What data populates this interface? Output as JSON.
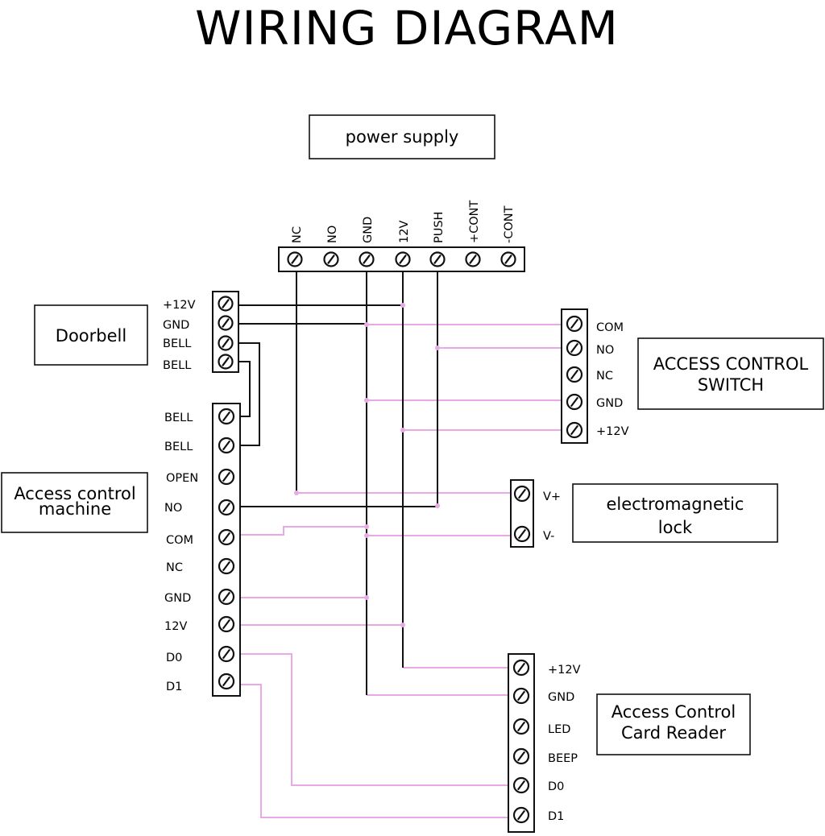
{
  "title": "WIRING DIAGRAM",
  "power_supply": {
    "label": "power supply",
    "pins": [
      "NC",
      "NO",
      "GND",
      "12V",
      "PUSH",
      "+CONT",
      "-CONT"
    ]
  },
  "doorbell": {
    "label": "Doorbell",
    "pins": [
      "+12V",
      "GND",
      "BELL",
      "BELL"
    ]
  },
  "access_control_switch": {
    "label_line1": "ACCESS CONTROL",
    "label_line2": "SWITCH",
    "pins": [
      "COM",
      "NO",
      "NC",
      "GND",
      "+12V"
    ]
  },
  "access_control_machine": {
    "label_line1": "Access control",
    "label_line2": "machine",
    "pins": [
      "BELL",
      "BELL",
      "OPEN",
      "NO",
      "COM",
      "NC",
      "GND",
      "12V",
      "D0",
      "D1"
    ]
  },
  "electromagnetic_lock": {
    "label_line1": "electromagnetic",
    "label_line2": "lock",
    "pins": [
      "V+",
      "V-"
    ]
  },
  "card_reader": {
    "label_line1": "Access Control",
    "label_line2": "Card Reader",
    "pins": [
      "+12V",
      "GND",
      "LED",
      "BEEP",
      "D0",
      "D1"
    ]
  },
  "colors": {
    "wire_black": "#111111",
    "wire_pink": "#e8a9e6"
  }
}
